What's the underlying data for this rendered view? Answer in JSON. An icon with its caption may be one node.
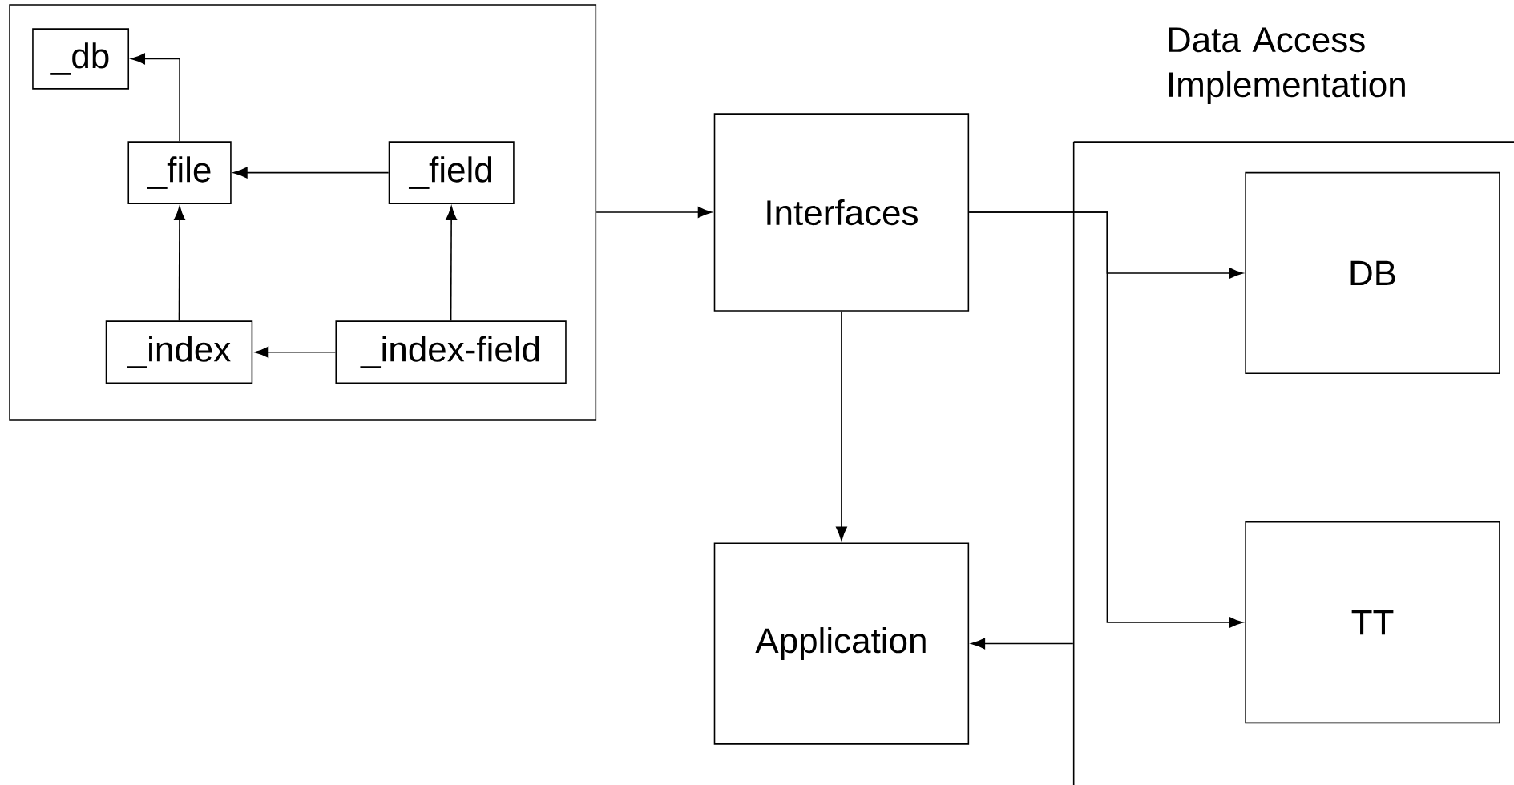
{
  "diagram": {
    "nodes": [
      {
        "text": [],
        "shape": "box"
      },
      {
        "text": [
          "_db"
        ],
        "in": 0
      },
      {
        "text": [
          "_file"
        ],
        "in": 0
      },
      {
        "text": [
          "_field"
        ],
        "in": 0
      },
      {
        "text": [
          "_index"
        ],
        "in": 0
      },
      {
        "text": [
          "_index-field"
        ],
        "in": 0
      },
      {
        "text": [
          "Interfaces"
        ]
      },
      {
        "text": [
          "Application"
        ]
      },
      {
        "text": [
          "Data Access Implementation"
        ]
      },
      {
        "text": [
          "DB"
        ],
        "in": 8
      },
      {
        "text": [
          "TT"
        ],
        "in": 8
      }
    ],
    "edges": [
      {
        "from": 2,
        "to": 1,
        "arrow": "to"
      },
      {
        "from": 3,
        "to": 2,
        "arrow": "to"
      },
      {
        "from": 4,
        "to": 2,
        "arrow": "to"
      },
      {
        "from": 5,
        "to": 3,
        "arrow": "to"
      },
      {
        "from": 5,
        "to": 4,
        "arrow": "to"
      },
      {
        "from": 0,
        "to": 6,
        "arrow": "to"
      },
      {
        "from": 6,
        "to": 7,
        "arrow": "to"
      },
      {
        "from": 6,
        "to": 9,
        "arrow": "to"
      },
      {
        "from": 6,
        "to": 10,
        "arrow": "to"
      },
      {
        "from": 8,
        "to": 7,
        "arrow": "to"
      }
    ]
  }
}
